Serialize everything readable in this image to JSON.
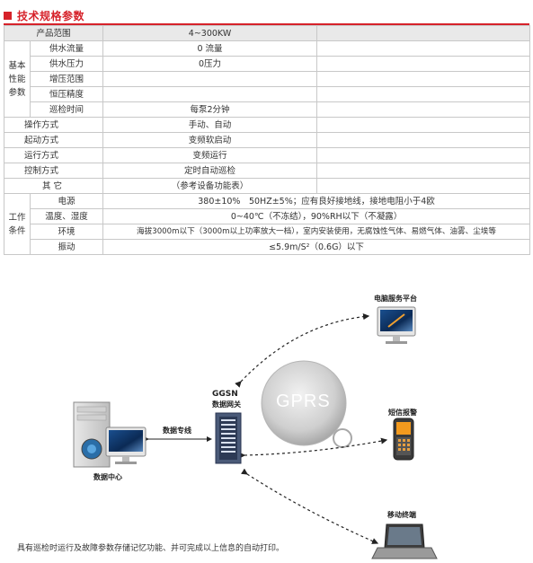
{
  "section_title": "技术规格参数",
  "table": {
    "head": {
      "label": "产品范围",
      "value": "4~300KW"
    },
    "group1_label": "基本性能参数",
    "group1_rows": [
      {
        "label": "供水流量",
        "value": "0 流量"
      },
      {
        "label": "供水压力",
        "value": "0压力"
      },
      {
        "label": "增压范围",
        "value": ""
      },
      {
        "label": "恒压精度",
        "value": ""
      },
      {
        "label": "巡检时间",
        "value": "每泵2分钟"
      }
    ],
    "mid_rows": [
      {
        "label": "操作方式",
        "value": "手动、自动"
      },
      {
        "label": "起动方式",
        "value": "变频软启动"
      },
      {
        "label": "运行方式",
        "value": "变频运行"
      },
      {
        "label": "控制方式",
        "value": "定时自动巡检"
      },
      {
        "label": "其 它",
        "value": "（参考设备功能表）"
      }
    ],
    "group2_label": "工作条件",
    "group2_rows": [
      {
        "label": "电源",
        "value": "380±10%　50HZ±5%；应有良好接地线，接地电阻小于4欧"
      },
      {
        "label": "温度、湿度",
        "value": "0~40℃（不冻结），90%RH以下（不凝露）"
      },
      {
        "label": "环境",
        "value": "海拔3000m以下（3000m以上功率放大一档），室内安装使用，无腐蚀性气体、易燃气体、油雾、尘埃等"
      },
      {
        "label": "振动",
        "value": "≤5.9m/S²（0.6G）以下"
      }
    ]
  },
  "diagram": {
    "gprs": "GPRS",
    "gateway_title": "GGSN",
    "gateway_sub": "数据网关",
    "data_center": "数据中心",
    "data_line": "数据专线",
    "pc_platform": "电脑服务平台",
    "sms_alarm": "短信报警",
    "mobile_terminal": "移动终端"
  },
  "caption": "具有巡检时运行及故障参数存储记忆功能、并可完成以上信息的自动打印。"
}
